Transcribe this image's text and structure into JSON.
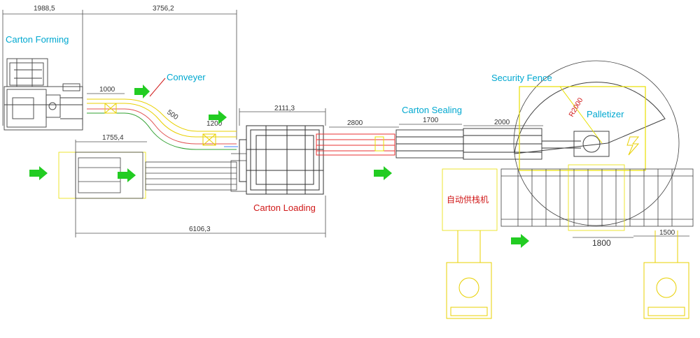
{
  "labels": {
    "carton_forming": "Carton Forming",
    "conveyor": "Conveyer",
    "carton_loading": "Carton Loading",
    "carton_sealing": "Carton Sealing",
    "security_fence": "Security Fence",
    "palletizer": "Palletizer",
    "auto_pallet_feeder": "自动供栈机",
    "radius": "R2000"
  },
  "dimensions": {
    "d1988": "1988,5",
    "d3756": "3756,2",
    "d1000": "1000",
    "d500": "500",
    "d1200": "1200",
    "d2111": "2111,3",
    "d1755": "1755,4",
    "d6106": "6106,3",
    "d2800": "2800",
    "d1700": "1700",
    "d2000": "2000",
    "d1800": "1800",
    "d1500": "1500"
  },
  "colors": {
    "cyan_label": "#00a8d0",
    "red_label": "#d01818",
    "green_arrow": "#22cc22",
    "yellow_outline": "#e8e000",
    "red_conveyor": "#e83030",
    "line": "#404040"
  },
  "icons": [
    "flow-arrow-icon",
    "warning-bolt-icon",
    "forklift-icon"
  ]
}
